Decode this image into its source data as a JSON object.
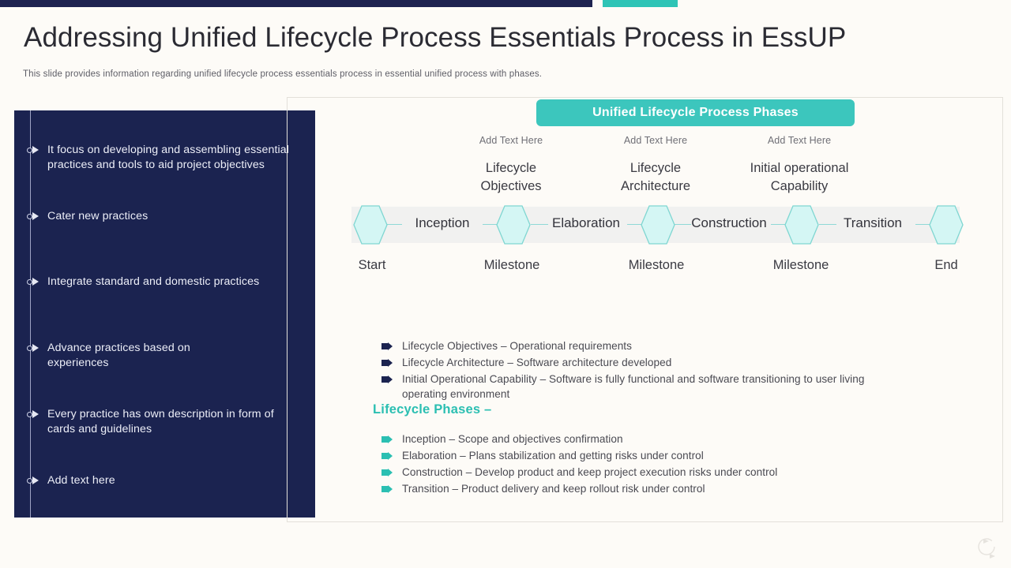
{
  "slide": {
    "title": "Addressing Unified Lifecycle Process Essentials Process in EssUP",
    "subtitle": "This slide provides information regarding unified lifecycle process essentials process in essential unified process with phases."
  },
  "colors": {
    "navy": "#1b2350",
    "teal": "#2bbfb2",
    "banner_teal": "#3cc6bd",
    "hex_fill": "#d4f6f4",
    "hex_stroke": "#7fd6d1",
    "page_bg": "#fdfbf7",
    "strip_bg": "#f1f1f0"
  },
  "sidebar": {
    "items": [
      {
        "text": "It focus on developing and assembling essential practices and tools to aid project objectives"
      },
      {
        "text": "Cater new practices"
      },
      {
        "text": "Integrate standard and domestic practices"
      },
      {
        "text": "Advance practices based on experiences"
      },
      {
        "text": "Every practice has own description in form of cards and guidelines"
      },
      {
        "text": "Add text here"
      }
    ]
  },
  "banner": {
    "label": "Unified Lifecycle Process Phases"
  },
  "milestone_headings": [
    {
      "add_text": "Add Text Here",
      "name": "Lifecycle Objectives"
    },
    {
      "add_text": "Add Text Here",
      "name": "Lifecycle Architecture"
    },
    {
      "add_text": "Add Text Here",
      "name": "Initial operational Capability"
    }
  ],
  "timeline": {
    "phases": [
      "Inception",
      "Elaboration",
      "Construction",
      "Transition"
    ],
    "ticks": [
      "Start",
      "Milestone",
      "Milestone",
      "Milestone",
      "End"
    ]
  },
  "milestone_bullets": [
    "Lifecycle Objectives – Operational requirements",
    "Lifecycle Architecture – Software architecture developed",
    "Initial Operational Capability – Software is fully functional and software transitioning to user living operating environment"
  ],
  "phases_section": {
    "heading": "Lifecycle Phases –",
    "bullets": [
      "Inception – Scope and objectives confirmation",
      "Elaboration – Plans stabilization and getting risks under control",
      "Construction – Develop product and keep project execution risks under control",
      "Transition – Product delivery and keep rollout risk under control"
    ]
  },
  "watermark": {
    "icon": "rotate-icon"
  }
}
